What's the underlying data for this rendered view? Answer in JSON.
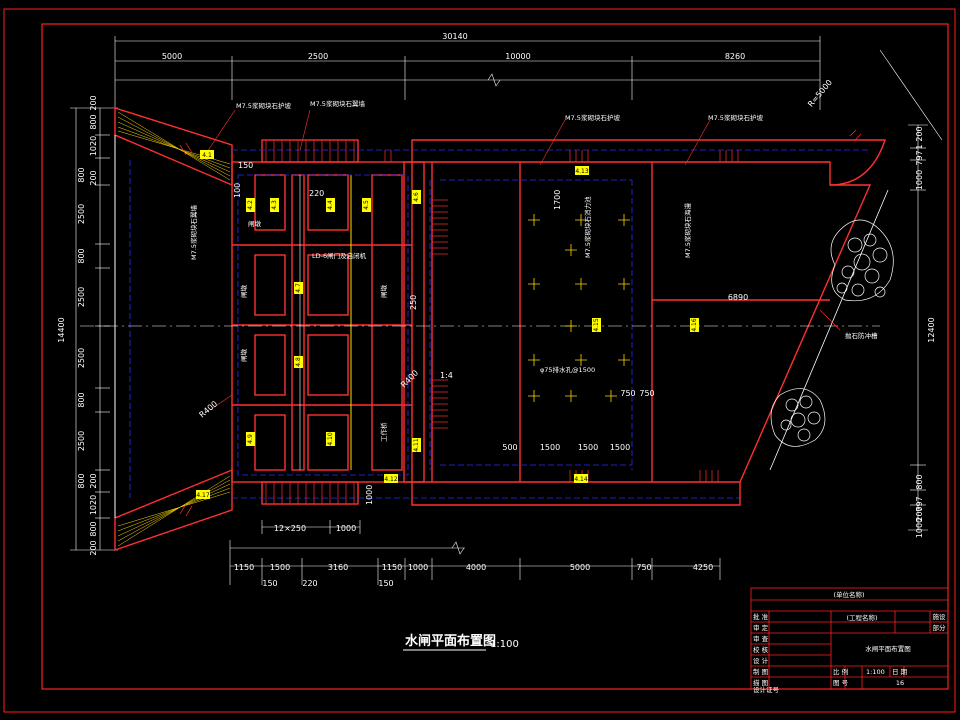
{
  "drawing": {
    "title": "水闸平面布置图",
    "scale": "1:100",
    "colors": {
      "background": "#000000",
      "frame": "#ff0000",
      "structure": "#ff3030",
      "hidden": "#2b2bff",
      "dimension": "#ffffff",
      "centerline": "#ffffff",
      "tag_fill": "#ffff00",
      "rock": "#ffffff"
    }
  },
  "dimensions_top": {
    "overall": "30140",
    "segments": [
      "5000",
      "2500",
      "10000",
      "8260"
    ]
  },
  "dimensions_bottom": {
    "segments": [
      "1150",
      "1500",
      "3160",
      "1150",
      "1000",
      "4000",
      "5000",
      "750",
      "4250"
    ],
    "sub": [
      "150",
      "220",
      "150"
    ],
    "inner": [
      "12×250",
      "1000"
    ]
  },
  "dimensions_left": {
    "overall": "14400",
    "segments": [
      "200",
      "800",
      "1020",
      "800",
      "200",
      "2500",
      "800",
      "2500",
      "2500",
      "800",
      "2500",
      "800",
      "200",
      "1020",
      "800",
      "200"
    ]
  },
  "dimensions_right": {
    "overall": "12400",
    "segments": [
      "1000",
      "797",
      "1",
      "200",
      "1000",
      "797",
      "800",
      "200"
    ],
    "radius": "R=5000"
  },
  "interior_dims": {
    "d150": "150",
    "d220": "220",
    "d100": "100",
    "d250": "250",
    "d1700": "1700",
    "d6890": "6890",
    "d500": "500",
    "d1500a": "1500",
    "d1500b": "1500",
    "d1500c": "1500",
    "d750": "750",
    "d750b": "750",
    "slope": "1:4",
    "r400a": "R400",
    "r400b": "R400",
    "d1000": "1000"
  },
  "annotations": {
    "m75_a": "M7.5浆砌块石护坡",
    "m75_b": "M7.5浆砌块石翼墙",
    "m75_c": "M7.5浆砌块石护坡",
    "m75_d": "M7.5浆砌块石护坡",
    "wall_left": "M7.5浆砌块石翼墙",
    "wall_mid": "M7.5浆砌块石消力池",
    "wall_right": "M7.5浆砌块石海漫",
    "gate": "LD-6闸门及启闭机",
    "drain": "φ75排水孔@1500",
    "rock_note": "抛石防冲槽",
    "pier_a": "闸墩",
    "pier_b": "闸墩",
    "pier_c": "闸墩",
    "pier_d": "闸墩",
    "pier_e": "工作桥"
  },
  "tags": [
    "4.1",
    "4.2",
    "4.3",
    "4.4",
    "4.5",
    "4.6",
    "4.7",
    "4.8",
    "4.9",
    "4.10",
    "4.11",
    "4.12",
    "4.13",
    "4.14",
    "4.15",
    "4.16",
    "4.17"
  ],
  "title_block": {
    "company": "(单位名称)",
    "project": "(工程名称)",
    "part_a": "施设",
    "part_b": "部分",
    "drawing_name": "水闸平面布置图",
    "rows": [
      "批 准",
      "审 定",
      "审 查",
      "校 核",
      "设 计",
      "制 图",
      "描 图",
      "设计证号"
    ],
    "scale_label": "比 例",
    "scale_value": "1:100",
    "date_label": "日 期",
    "number_label": "图 号",
    "number_value": "16"
  }
}
